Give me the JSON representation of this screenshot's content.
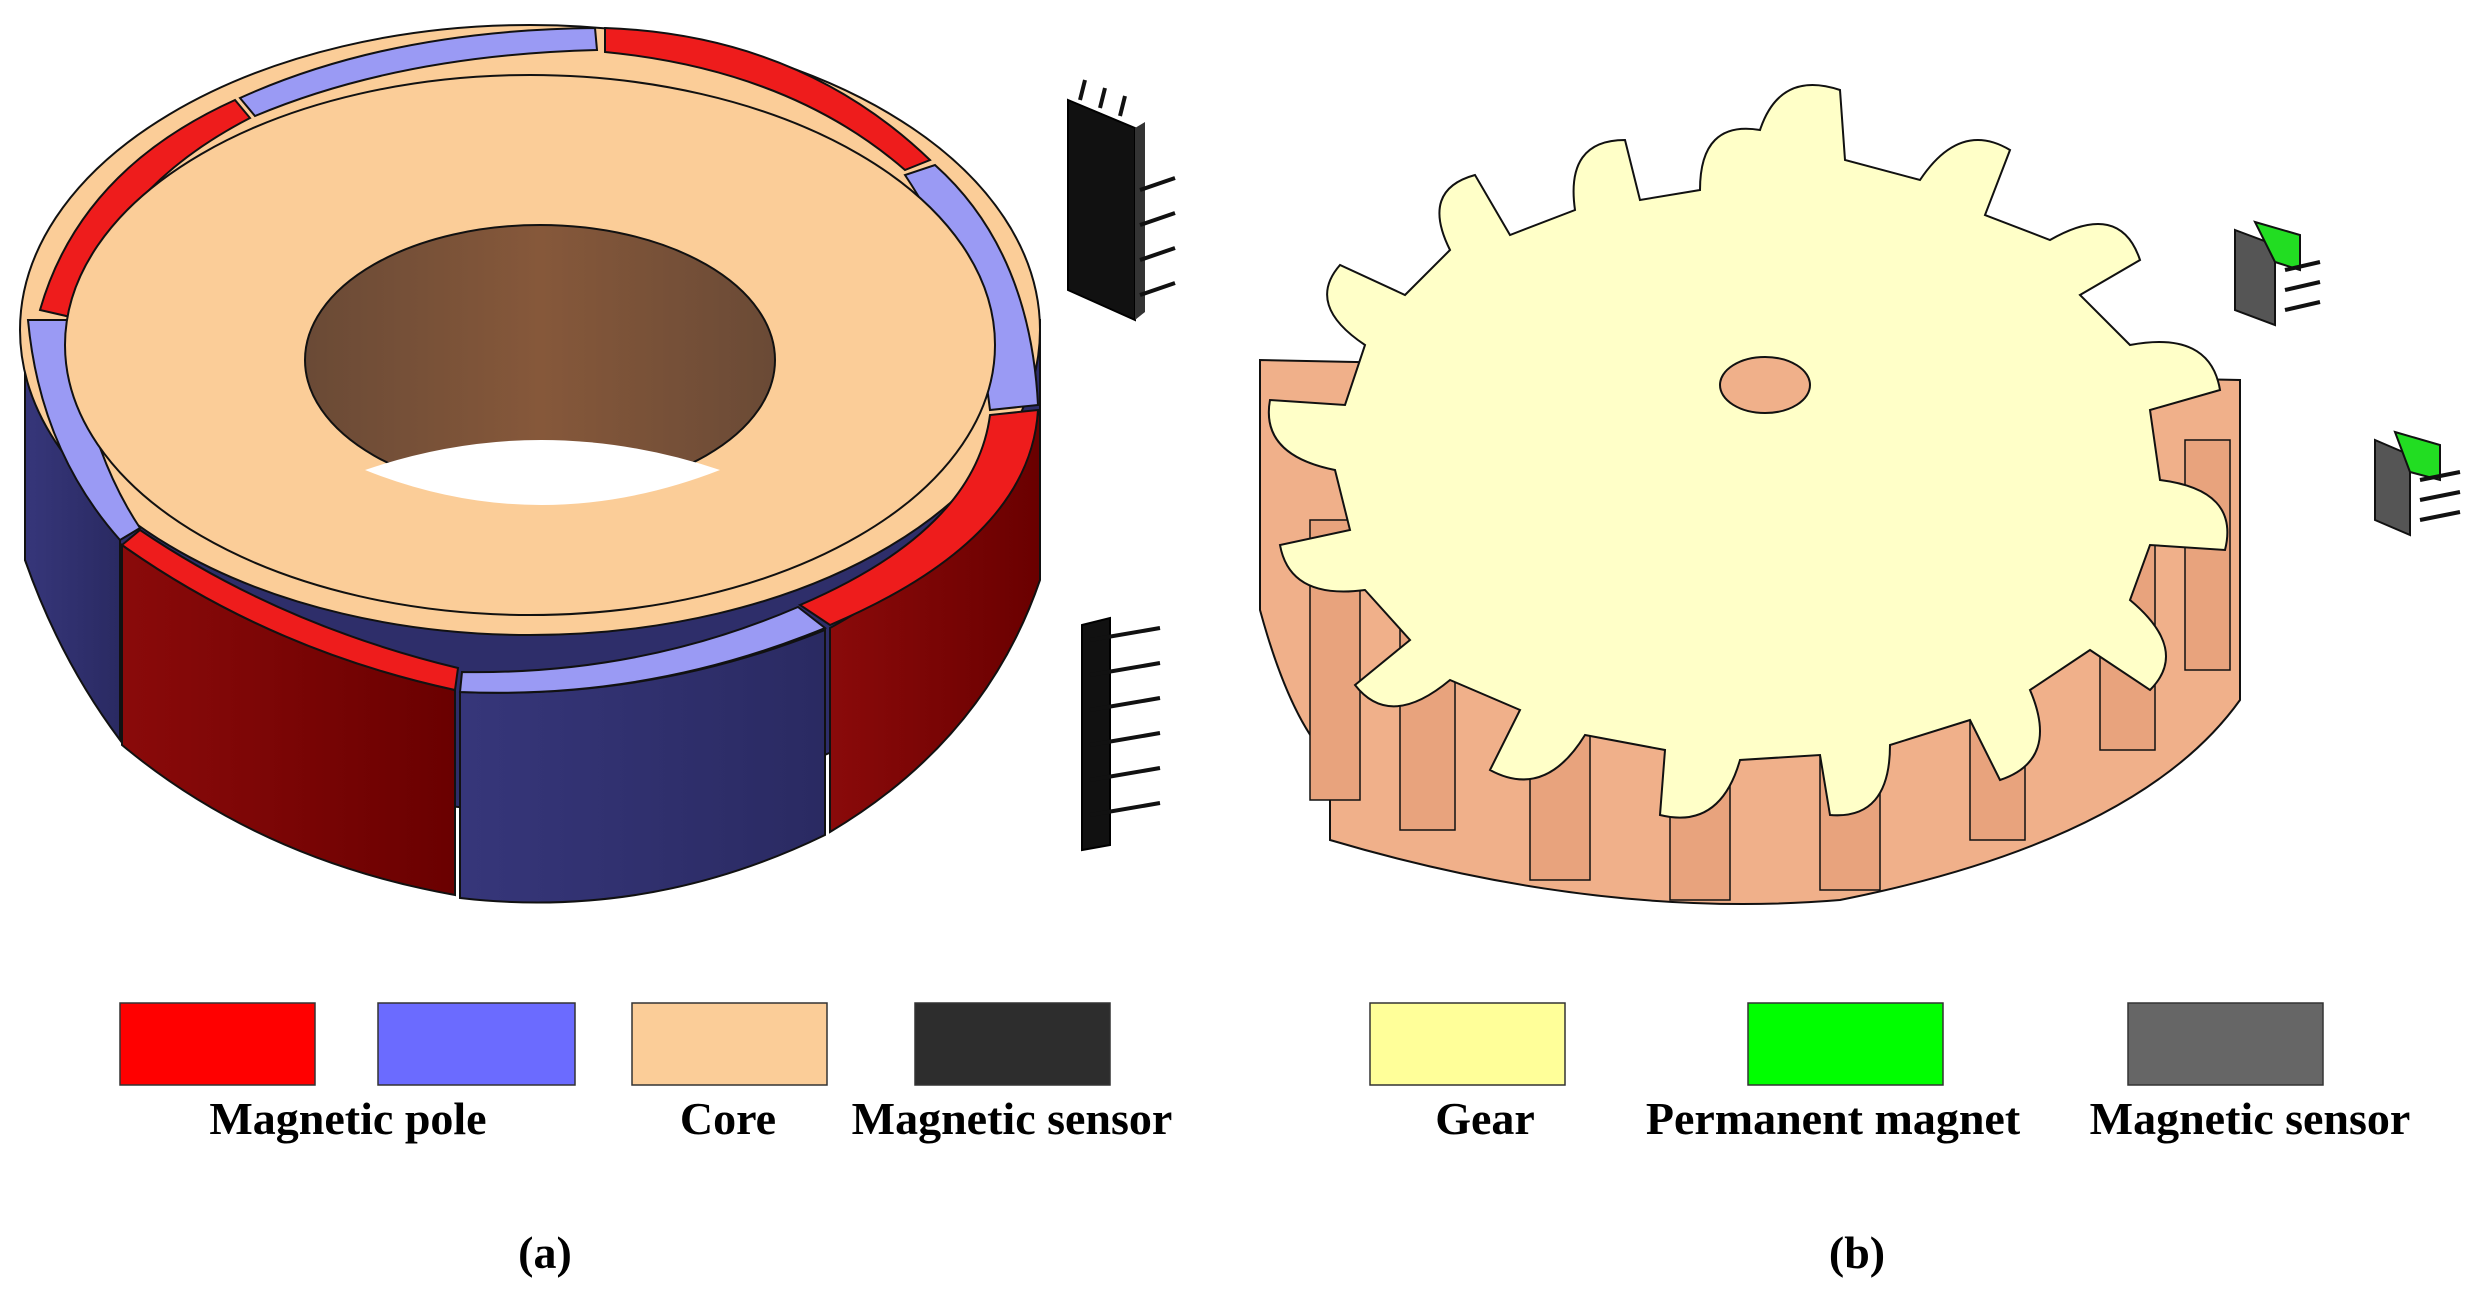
{
  "panel_a": {
    "caption": "(a)",
    "legend": [
      {
        "label": "Magnetic pole",
        "colors": [
          "#ff0000",
          "#6b6bff"
        ]
      },
      {
        "label": "Core",
        "color": "#fbcd98"
      },
      {
        "label": "Magnetic sensor",
        "color": "#2d2d2d"
      }
    ]
  },
  "panel_b": {
    "caption": "(b)",
    "legend": [
      {
        "label": "Gear",
        "color": "#ffff99"
      },
      {
        "label": "Permanent magnet",
        "color": "#00ff00"
      },
      {
        "label": "Magnetic sensor",
        "color": "#666666"
      }
    ]
  },
  "colors": {
    "pole_red_top": "#ee1c1c",
    "pole_red_side": "#800000",
    "pole_blue_top": "#9a9af4",
    "pole_blue_side": "#2e2e6a",
    "core_top": "#fbcd98",
    "bore_inner": "#7a4b32",
    "gear_top": "#ffffc8",
    "gear_side": "#f0b08a",
    "gear_bore": "#f0b08a",
    "sensor_black": "#111111",
    "sensor_grey": "#555555",
    "magnet_green": "#22dd22"
  }
}
